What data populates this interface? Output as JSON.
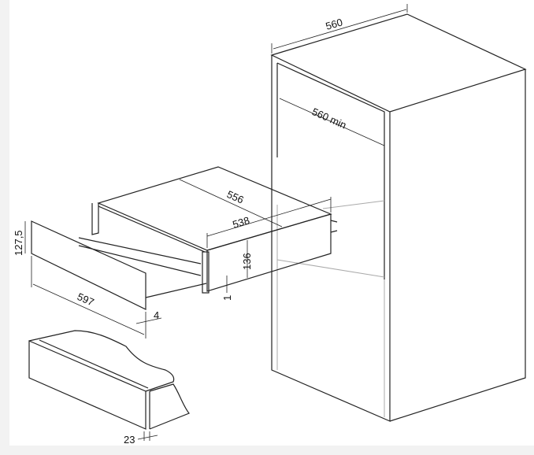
{
  "title": "Built-in warming drawer installation dimensions",
  "dimensions": {
    "cabinet_width": "560",
    "cabinet_opening": "560 min",
    "housing_depth": "556",
    "housing_width": "538",
    "housing_height": "136",
    "panel_height": "127,5",
    "panel_width": "597",
    "panel_offset": "4",
    "gap": "1",
    "panel_thickness": "23"
  },
  "colors": {
    "line": "#222222",
    "hidden_line": "#aaaaaa",
    "background": "#ffffff"
  }
}
